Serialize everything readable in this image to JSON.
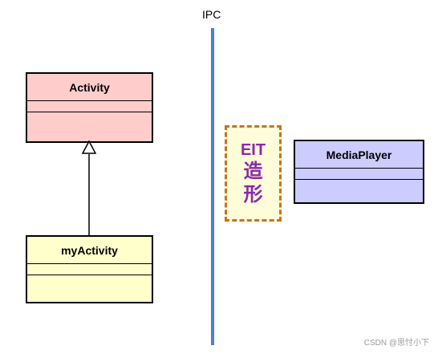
{
  "diagram": {
    "ipc_label": "IPC",
    "classes": {
      "activity": {
        "name": "Activity",
        "fill": "#ffcccc"
      },
      "my_activity": {
        "name": "myActivity",
        "fill": "#ffffcc"
      },
      "media_player": {
        "name": "MediaPlayer",
        "fill": "#ccccff"
      }
    },
    "eit_box": {
      "title": "EIT",
      "line1": "造",
      "line2": "形"
    },
    "relations": [
      {
        "type": "inheritance",
        "from": "myActivity",
        "to": "Activity"
      }
    ],
    "colors": {
      "ipc_line": "#4a7fe0",
      "eit_border": "#c8741a",
      "eit_text": "#8a2aa8"
    }
  },
  "watermark": "CSDN @思忖小下"
}
